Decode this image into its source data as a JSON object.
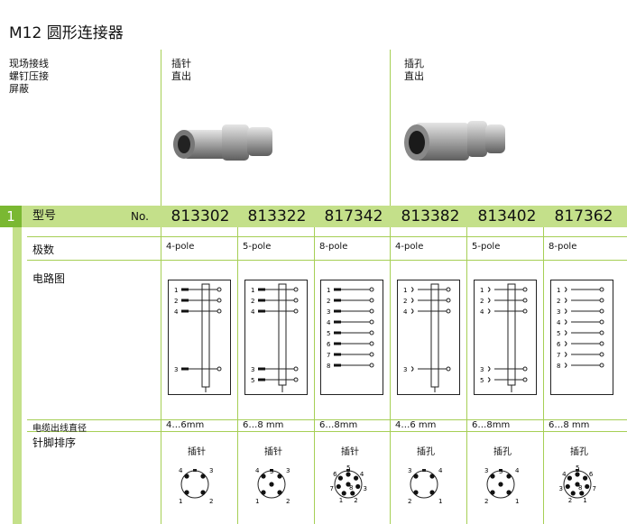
{
  "title": "M12  圆形连接器",
  "description": [
    "现场接线",
    "螺钉压接",
    "屏蔽"
  ],
  "plug_header": [
    "插针",
    "直出"
  ],
  "socket_header": [
    "插孔",
    "直出"
  ],
  "section_number": "1",
  "row_labels": {
    "model": "型号",
    "no": "No.",
    "poles": "极数",
    "circuit": "电路图",
    "cable_diameter": "电缆出线直径",
    "pin_layout": "针脚排序"
  },
  "products": [
    {
      "no": "813302",
      "poles": "4-pole",
      "cable": "4…6mm",
      "type": "插针",
      "pins": 4
    },
    {
      "no": "813322",
      "poles": "5-pole",
      "cable": "6…8 mm",
      "type": "插针",
      "pins": 5
    },
    {
      "no": "817342",
      "poles": "8-pole",
      "cable": "6…8mm",
      "type": "插针",
      "pins": 8
    },
    {
      "no": "813382",
      "poles": "4-pole",
      "cable": "4…6 mm",
      "type": "插孔",
      "pins": 4
    },
    {
      "no": "813402",
      "poles": "5-pole",
      "cable": "6…8mm",
      "type": "插孔",
      "pins": 5
    },
    {
      "no": "817362",
      "poles": "8-pole",
      "cable": "6…8 mm",
      "type": "插孔",
      "pins": 8
    }
  ],
  "colors": {
    "band": "#c4e08a",
    "accent": "#7ab832",
    "grid": "#a6cf55"
  },
  "icons": {
    "plug_photo": "m12-plug-connector-image",
    "socket_photo": "m12-socket-connector-image"
  }
}
